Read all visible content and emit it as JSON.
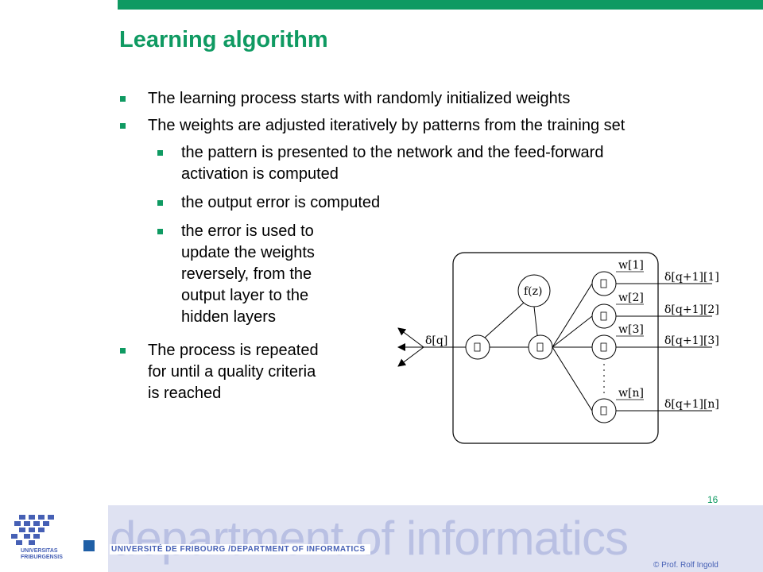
{
  "slide": {
    "title": "Learning algorithm",
    "bullets": [
      "The learning process starts with randomly initialized weights",
      "The weights are adjusted iteratively by patterns from the training set",
      "The process is repeated",
      "for until a quality criteria",
      "is reached"
    ],
    "sub_bullets": [
      "the pattern is presented to the network and the feed-forward",
      "activation is computed",
      "the output error is computed",
      "the error is used to",
      "update the weights",
      "reversely, from the",
      "output layer to the",
      "hidden layers"
    ]
  },
  "diagram": {
    "function_label": "f(z)",
    "delta_in": "δ[q]",
    "weights": [
      "w[1]",
      "w[2]",
      "w[3]",
      "w[n]"
    ],
    "deltas_out": [
      "δ[q+1][1]",
      "δ[q+1][2]",
      "δ[q+1][3]",
      "δ[q+1][n]"
    ]
  },
  "footer": {
    "page_number": "16",
    "department": "department of informatics",
    "university_line": "UNIVERSITÉ DE FRIBOURG /DEPARTMENT OF INFORMATICS",
    "logo_line1": "UNIVERSITAS",
    "logo_line2": "FRIBURGENSIS",
    "copyright": "© Prof. Rolf Ingold"
  },
  "colors": {
    "accent": "#0f9a62",
    "footer_blue": "#4660b5",
    "footer_bg": "#dfe2f2"
  }
}
